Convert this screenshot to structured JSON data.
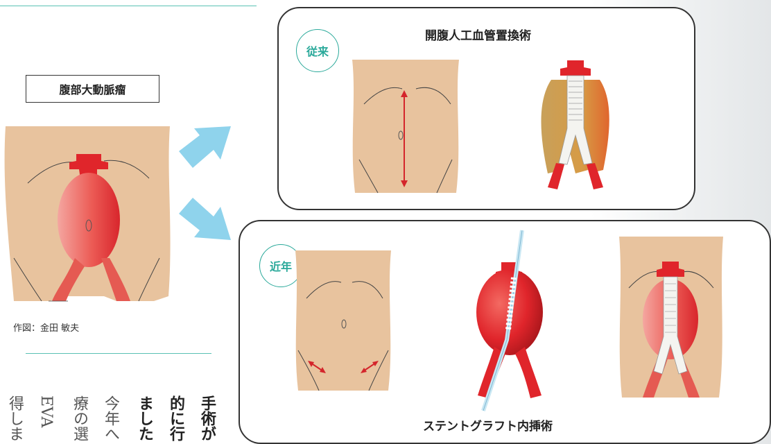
{
  "left": {
    "condition_label": "腹部大動脈瘤",
    "credit": "作図：金田 敏夫"
  },
  "top_panel": {
    "badge": "従来",
    "title": "開腹人工血管置換術"
  },
  "bottom_panel": {
    "badge": "近年",
    "title": "ステントグラフト内挿術"
  },
  "body_text": {
    "columns": [
      "手術が",
      "的に行",
      "ました",
      "今年へ",
      "療の選",
      "EVA",
      "得しま"
    ]
  },
  "colors": {
    "accent_teal": "#2aa99a",
    "arrow_blue": "#8fd3ec",
    "skin": "#e8c39e",
    "artery_red": "#e0252b"
  }
}
